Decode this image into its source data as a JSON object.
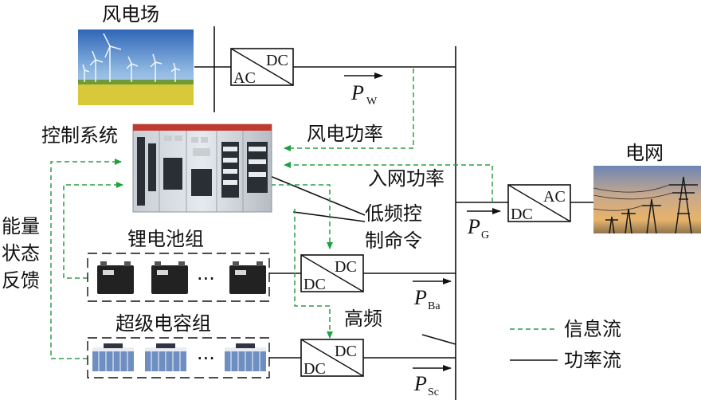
{
  "labels": {
    "wind_farm": "风电场",
    "control_system": "控制系统",
    "wind_power": "风电功率",
    "grid_power": "入网功率",
    "grid": "电网",
    "low_freq_1": "低频控",
    "low_freq_2": "制命令",
    "battery_group": "锂电池组",
    "supercap_group": "超级电容组",
    "feedback": [
      "能量",
      "状态",
      "反馈"
    ],
    "high_freq": "高频",
    "ellipsis": "···"
  },
  "converters": {
    "wind": {
      "left": "AC",
      "right": "DC"
    },
    "grid": {
      "left": "DC",
      "right": "AC"
    },
    "battery": {
      "left": "DC",
      "right": "DC"
    },
    "supercap": {
      "left": "DC",
      "right": "DC"
    }
  },
  "power": {
    "wind": {
      "main": "P",
      "sub": "W"
    },
    "grid": {
      "main": "P",
      "sub": "G"
    },
    "battery": {
      "main": "P",
      "sub": "Ba"
    },
    "supercap": {
      "main": "P",
      "sub": "Sc"
    }
  },
  "legend": {
    "info_flow": "信息流",
    "power_flow": "功率流"
  },
  "colors": {
    "info_flow": "#2e9e47",
    "power_flow": "#111111",
    "arrow": "#1aa23c"
  }
}
